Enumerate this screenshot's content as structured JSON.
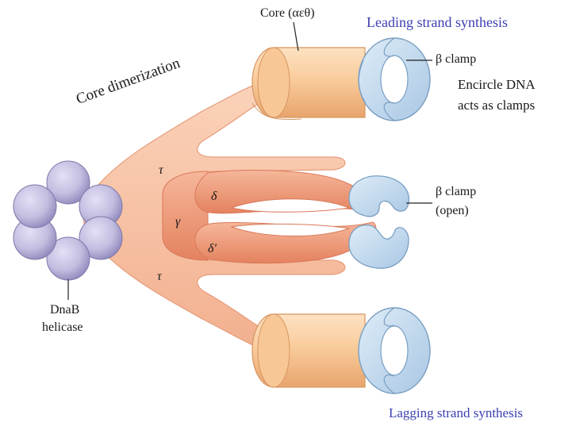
{
  "labels": {
    "core": "Core (αεθ)",
    "leading": "Leading strand synthesis",
    "beta_clamp_top": "β clamp",
    "encircle_line1": "Encircle DNA",
    "encircle_line2": "acts as clamps",
    "core_dimerization": "Core dimerization",
    "tau_top": "τ",
    "tau_bottom": "τ",
    "delta": "δ",
    "delta_prime": "δ′",
    "gamma": "γ",
    "beta_clamp_open_line1": "β clamp",
    "beta_clamp_open_line2": "(open)",
    "dnab_line1": "DnaB",
    "dnab_line2": "helicase",
    "lagging": "Lagging strand synthesis"
  },
  "colors": {
    "core_fill": "#f9cc9c",
    "tau_fill": "#f7c3a6",
    "delta_fill": "#ef9b7c",
    "clamp_fill": "#c4dcf0",
    "helicase_fill": "#c3bde0",
    "label_blue": "#3b3fb0"
  }
}
